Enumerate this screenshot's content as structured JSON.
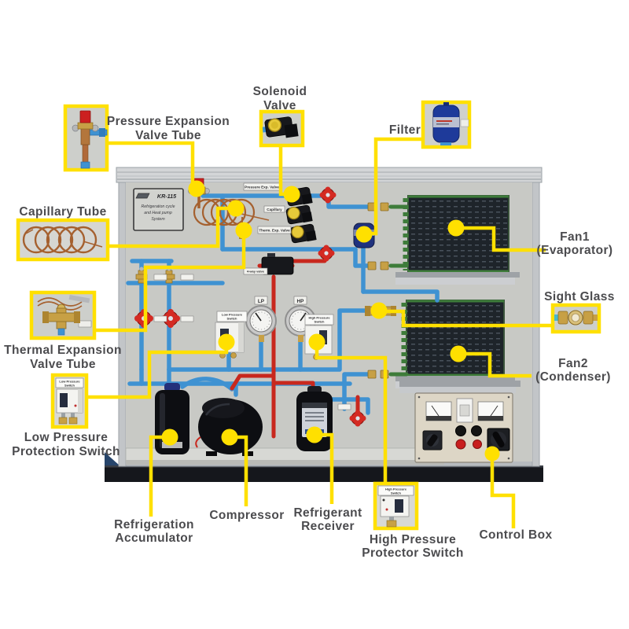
{
  "figure": {
    "brand_plate": {
      "model": "KR-115",
      "line1": "Refrigeration cycle",
      "line2": "and Heat pump",
      "line3": "System"
    },
    "callouts": {
      "pressure_expansion": {
        "line1": "Pressure Expansion",
        "line2": "Valve Tube"
      },
      "solenoid": {
        "line1": "Solenoid",
        "line2": "Valve"
      },
      "filter": {
        "line1": "Filter"
      },
      "capillary": {
        "line1": "Capillary Tube"
      },
      "thermal_expansion": {
        "line1": "Thermal Expansion",
        "line2": "Valve Tube"
      },
      "low_pressure": {
        "line1": "Low Pressure",
        "line2": "Protection Switch"
      },
      "fan1": {
        "line1": "Fan1",
        "line2": "(Evaporator)"
      },
      "sight_glass": {
        "line1": "Sight Glass"
      },
      "fan2": {
        "line1": "Fan2",
        "line2": "(Condenser)"
      },
      "accumulator": {
        "line1": "Refrigeration",
        "line2": "Accumulator"
      },
      "compressor": {
        "line1": "Compressor"
      },
      "receiver": {
        "line1": "Refrigerant",
        "line2": "Receiver"
      },
      "high_pressure": {
        "line1": "High Pressure",
        "line2": "Protector Switch"
      },
      "control_box": {
        "line1": "Control Box"
      }
    },
    "panel_plates": {
      "pressure_exp_valve": "Pressure Exp. Valve",
      "capillary": "Capillary",
      "therm_exp_valve": "Therm. Exp. Valve",
      "four_way_valve": "4-way valve",
      "lp": "LP",
      "hp": "HP",
      "low_pressure_switch_1": "Low Pressure",
      "low_pressure_switch_2": "Switch",
      "high_pressure_switch_1": "High Pressure",
      "high_pressure_switch_2": "Switch"
    },
    "inset_plates": {
      "low_pressure_1": "Low Pressure",
      "low_pressure_2": "Switch",
      "high_pressure_1": "High Pressure",
      "high_pressure_2": "Switch"
    },
    "colors": {
      "callout_yellow": "#FFE000",
      "label_text": "#4B4B4E",
      "tube_blue": "#3F92D2",
      "tube_red": "#C8281E",
      "tube_green": "#3E7C3A",
      "copper": "#A5602F",
      "brass": "#C7A045",
      "panel_face": "#C8C9C5",
      "bench_black": "#15171C",
      "control_box_beige": "#DDD6C6"
    }
  }
}
